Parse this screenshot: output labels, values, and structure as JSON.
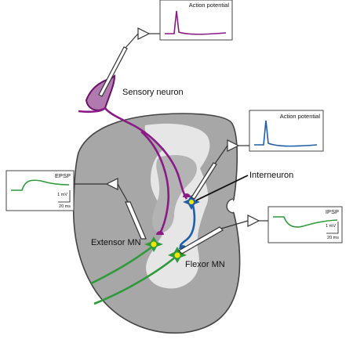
{
  "labels": {
    "sensory_neuron": "Sensory neuron",
    "interneuron": "Interneuron",
    "extensor_mn": "Extensor MN",
    "flexor_mn": "Flexor MN"
  },
  "traces": {
    "sensory_ap": {
      "title": "Action potential",
      "color": "#8a1a86"
    },
    "inter_ap": {
      "title": "Action potential",
      "color": "#1f5fa8"
    },
    "epsp": {
      "title": "EPSP",
      "color": "#2f9a3c",
      "scale_mv": "1 mV",
      "scale_ms": "20 ms"
    },
    "ipsp": {
      "title": "IPSP",
      "color": "#2f9a3c",
      "scale_mv": "1 mV",
      "scale_ms": "20 ms"
    }
  },
  "colors": {
    "cord_outer": "#a7a7a7",
    "grey_matter": "#e6e6e6",
    "sensory": "#8a1a86",
    "interneuron": "#1f5fa8",
    "motor": "#2f9a3c",
    "soma_yellow": "#f2e600"
  }
}
